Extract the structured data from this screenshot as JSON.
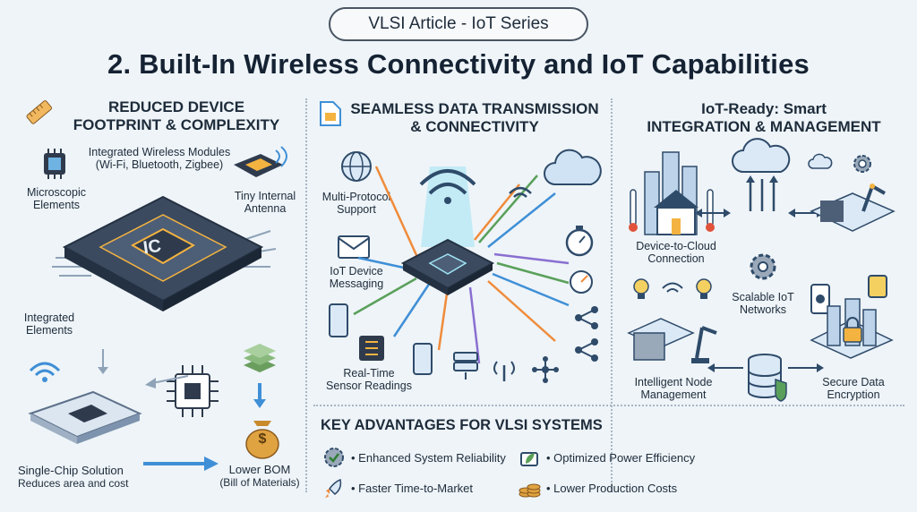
{
  "header": {
    "series_label": "VLSI Article - IoT Series",
    "title": "2. Built-In Wireless Connectivity and IoT Capabilities"
  },
  "panel_left": {
    "title_line1": "Reduced Device",
    "title_line2": "Footprint & Complexity",
    "chip_label": "IC",
    "labels": {
      "integrated_wireless_line1": "Integrated Wireless Modules",
      "integrated_wireless_line2": "(Wi-Fi, Bluetooth, Zigbee)",
      "microscopic_line1": "Microscopic",
      "microscopic_line2": "Elements",
      "antenna_line1": "Tiny Internal",
      "antenna_line2": "Antenna",
      "integrated_elements_line1": "Integrated",
      "integrated_elements_line2": "Elements",
      "single_chip_title": "Single-Chip Solution",
      "single_chip_sub": "Reduces area and cost",
      "lower_bom_title": "Lower BOM",
      "lower_bom_sub": "(Bill of Materials)",
      "bag_symbol": "$"
    }
  },
  "panel_middle": {
    "title_line1": "Seamless Data Transmission",
    "title_line2": "& Connectivity",
    "labels": {
      "multi_protocol_line1": "Multi-Protocol",
      "multi_protocol_line2": "Support",
      "messaging_line1": "IoT Device",
      "messaging_line2": "Messaging",
      "sensor_line1": "Real-Time",
      "sensor_line2": "Sensor Readings"
    }
  },
  "panel_right": {
    "title_line1": "IoT-Ready: Smart",
    "title_line2": "Integration & Management",
    "labels": {
      "device_cloud_line1": "Device-to-Cloud",
      "device_cloud_line2": "Connection",
      "scalable_line1": "Scalable IoT",
      "scalable_line2": "Networks",
      "node_line1": "Intelligent Node",
      "node_line2": "Management",
      "secure_line1": "Secure Data",
      "secure_line2": "Encryption"
    }
  },
  "advantages": {
    "title": "Key Advantages for VLSI Systems",
    "items": [
      {
        "text": "• Enhanced System Reliability",
        "icon": "gear-check-icon"
      },
      {
        "text": "• Optimized Power Efficiency",
        "icon": "leaf-battery-icon"
      },
      {
        "text": "• Faster Time-to-Market",
        "icon": "rocket-icon"
      },
      {
        "text": "• Lower Production Costs",
        "icon": "coins-icon"
      }
    ]
  },
  "colors": {
    "chip_dark": "#2f3b4d",
    "chip_glow": "#f4b340",
    "accent_blue": "#3f8fd6",
    "accent_orange": "#f08b3a",
    "accent_green": "#5aa05a",
    "accent_purple": "#8a6fd1"
  }
}
